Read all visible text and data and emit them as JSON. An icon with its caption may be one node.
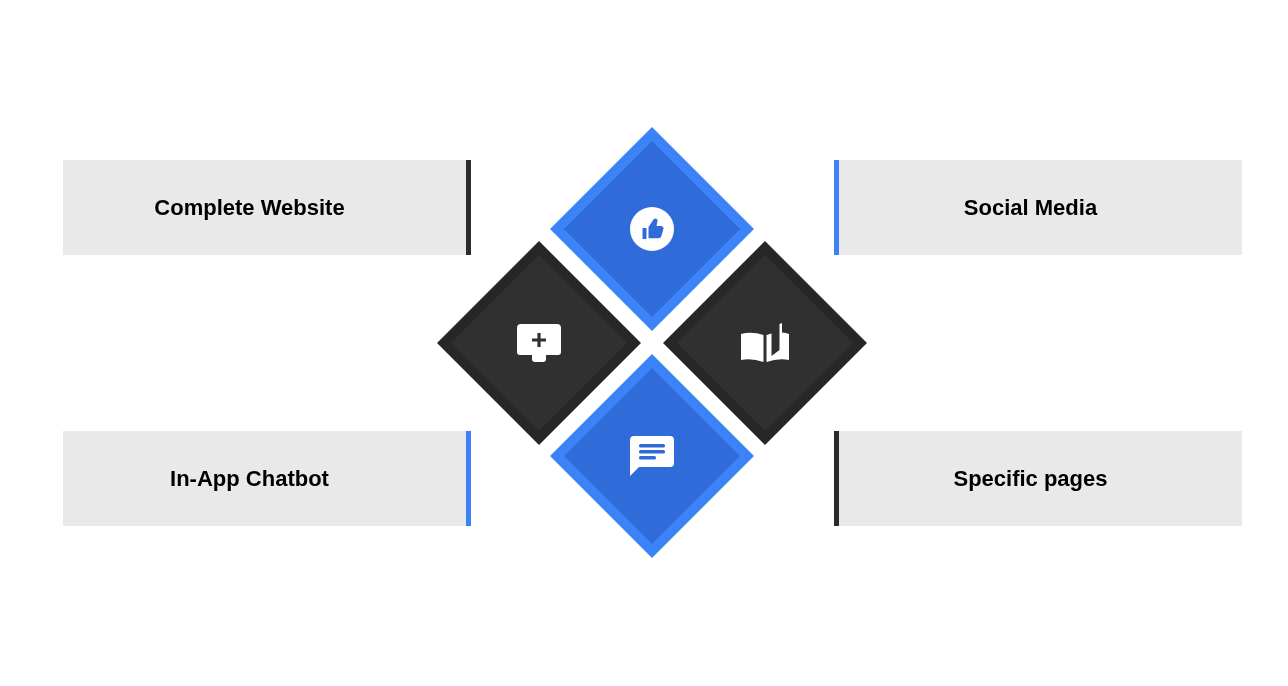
{
  "diagram": {
    "nodes": [
      {
        "text": [
          "Complete Website"
        ]
      },
      {
        "text": [],
        "shape": "diamond"
      },
      {
        "text": [
          "Social Media"
        ]
      },
      {
        "text": [],
        "shape": "diamond"
      },
      {
        "text": [],
        "shape": "diamond"
      },
      {
        "text": [
          "In-App Chatbot"
        ]
      },
      {
        "text": [],
        "shape": "diamond"
      },
      {
        "text": [
          "Specific pages"
        ]
      }
    ]
  }
}
